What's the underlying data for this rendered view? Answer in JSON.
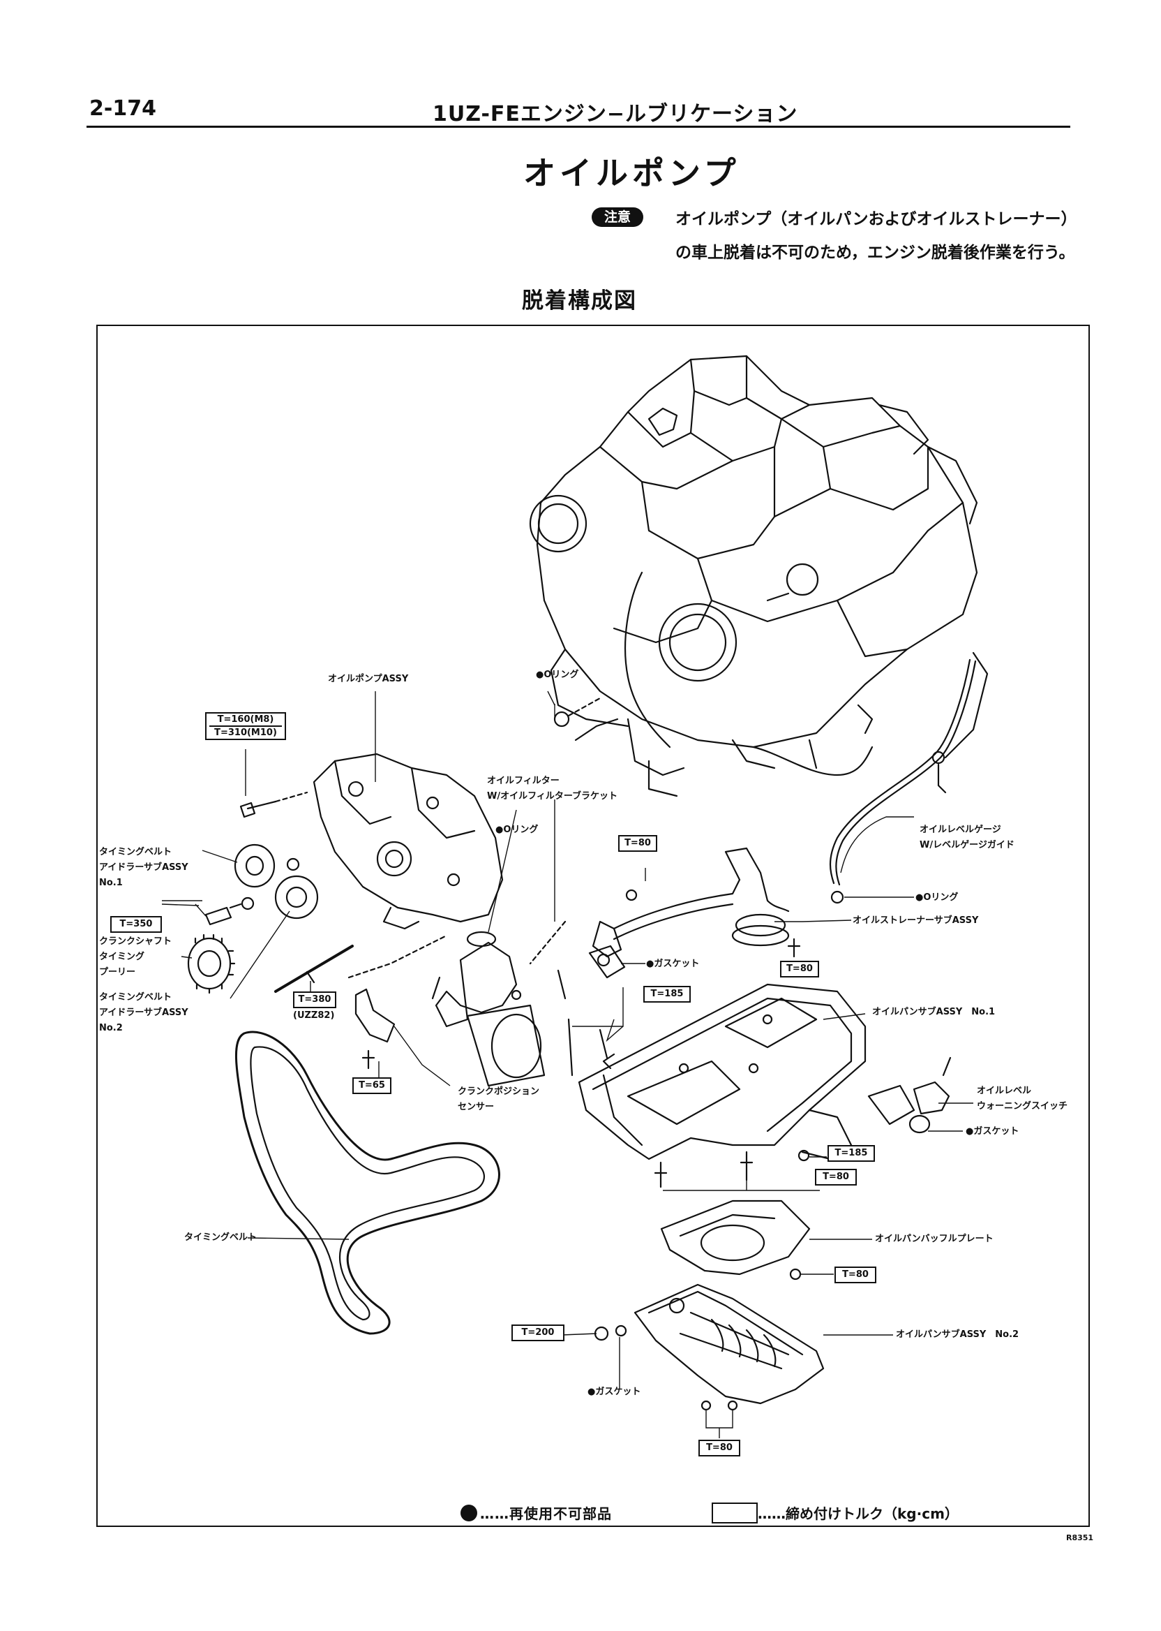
{
  "header": {
    "page_number": "2-174",
    "section_title": "1UZ-FEエンジン−ルブリケーション"
  },
  "title": "オイルポンプ",
  "caution": {
    "badge": "注意",
    "line1": "オイルポンプ（オイルパンおよびオイルストレーナー）",
    "line2": "の車上脱着は不可のため，エンジン脱着後作業を行う。"
  },
  "subtitle": "脱着構成図",
  "labels": {
    "oil_pump_assy": "オイルポンプASSY",
    "o_ring_top": "●Oリング",
    "oil_filter_1": "オイルフィルター",
    "oil_filter_2": "W/オイルフィルターブラケット",
    "o_ring_filter": "●Oリング",
    "oil_level_gauge_1": "オイルレベルゲージ",
    "oil_level_gauge_2": "W/レベルゲージガイド",
    "o_ring_gauge": "●Oリング",
    "strainer": "オイルストレーナーサブASSY",
    "gasket_strainer": "●ガスケット",
    "idler1_1": "タイミングベルト",
    "idler1_2": "アイドラーサブASSY",
    "idler1_3": "No.1",
    "crank_pulley_1": "クランクシャフト",
    "crank_pulley_2": "タイミング",
    "crank_pulley_3": "プーリー",
    "idler2_1": "タイミングベルト",
    "idler2_2": "アイドラーサブASSY",
    "idler2_3": "No.2",
    "uzz82": "(UZZ82)",
    "crank_sensor_1": "クランクポジション",
    "crank_sensor_2": "センサー",
    "oil_pan_1": "オイルパンサブASSY　No.1",
    "level_switch_1": "オイルレベル",
    "level_switch_2": "ウォーニングスイッチ",
    "gasket_switch": "●ガスケット",
    "baffle_plate": "オイルパンバッフルプレート",
    "timing_belt": "タイミングベルト",
    "oil_pan_2": "オイルパンサブASSY　No.2",
    "gasket_pan2": "●ガスケット"
  },
  "torques": {
    "pump_m8": "T=160(M8)",
    "pump_m10": "T=310(M10)",
    "idler": "T=350",
    "stud": "T=380",
    "sensor": "T=65",
    "strainer_top": "T=80",
    "strainer_bottom": "T=80",
    "filter_bracket": "T=185",
    "pan1_nut": "T=185",
    "pan1_bolt": "T=80",
    "baffle": "T=80",
    "drain": "T=200",
    "pan2": "T=80"
  },
  "legend": {
    "non_reusable": "……再使用不可部品",
    "torque": "……締め付けトルク（kg·cm）"
  },
  "figure_code": "R8351"
}
